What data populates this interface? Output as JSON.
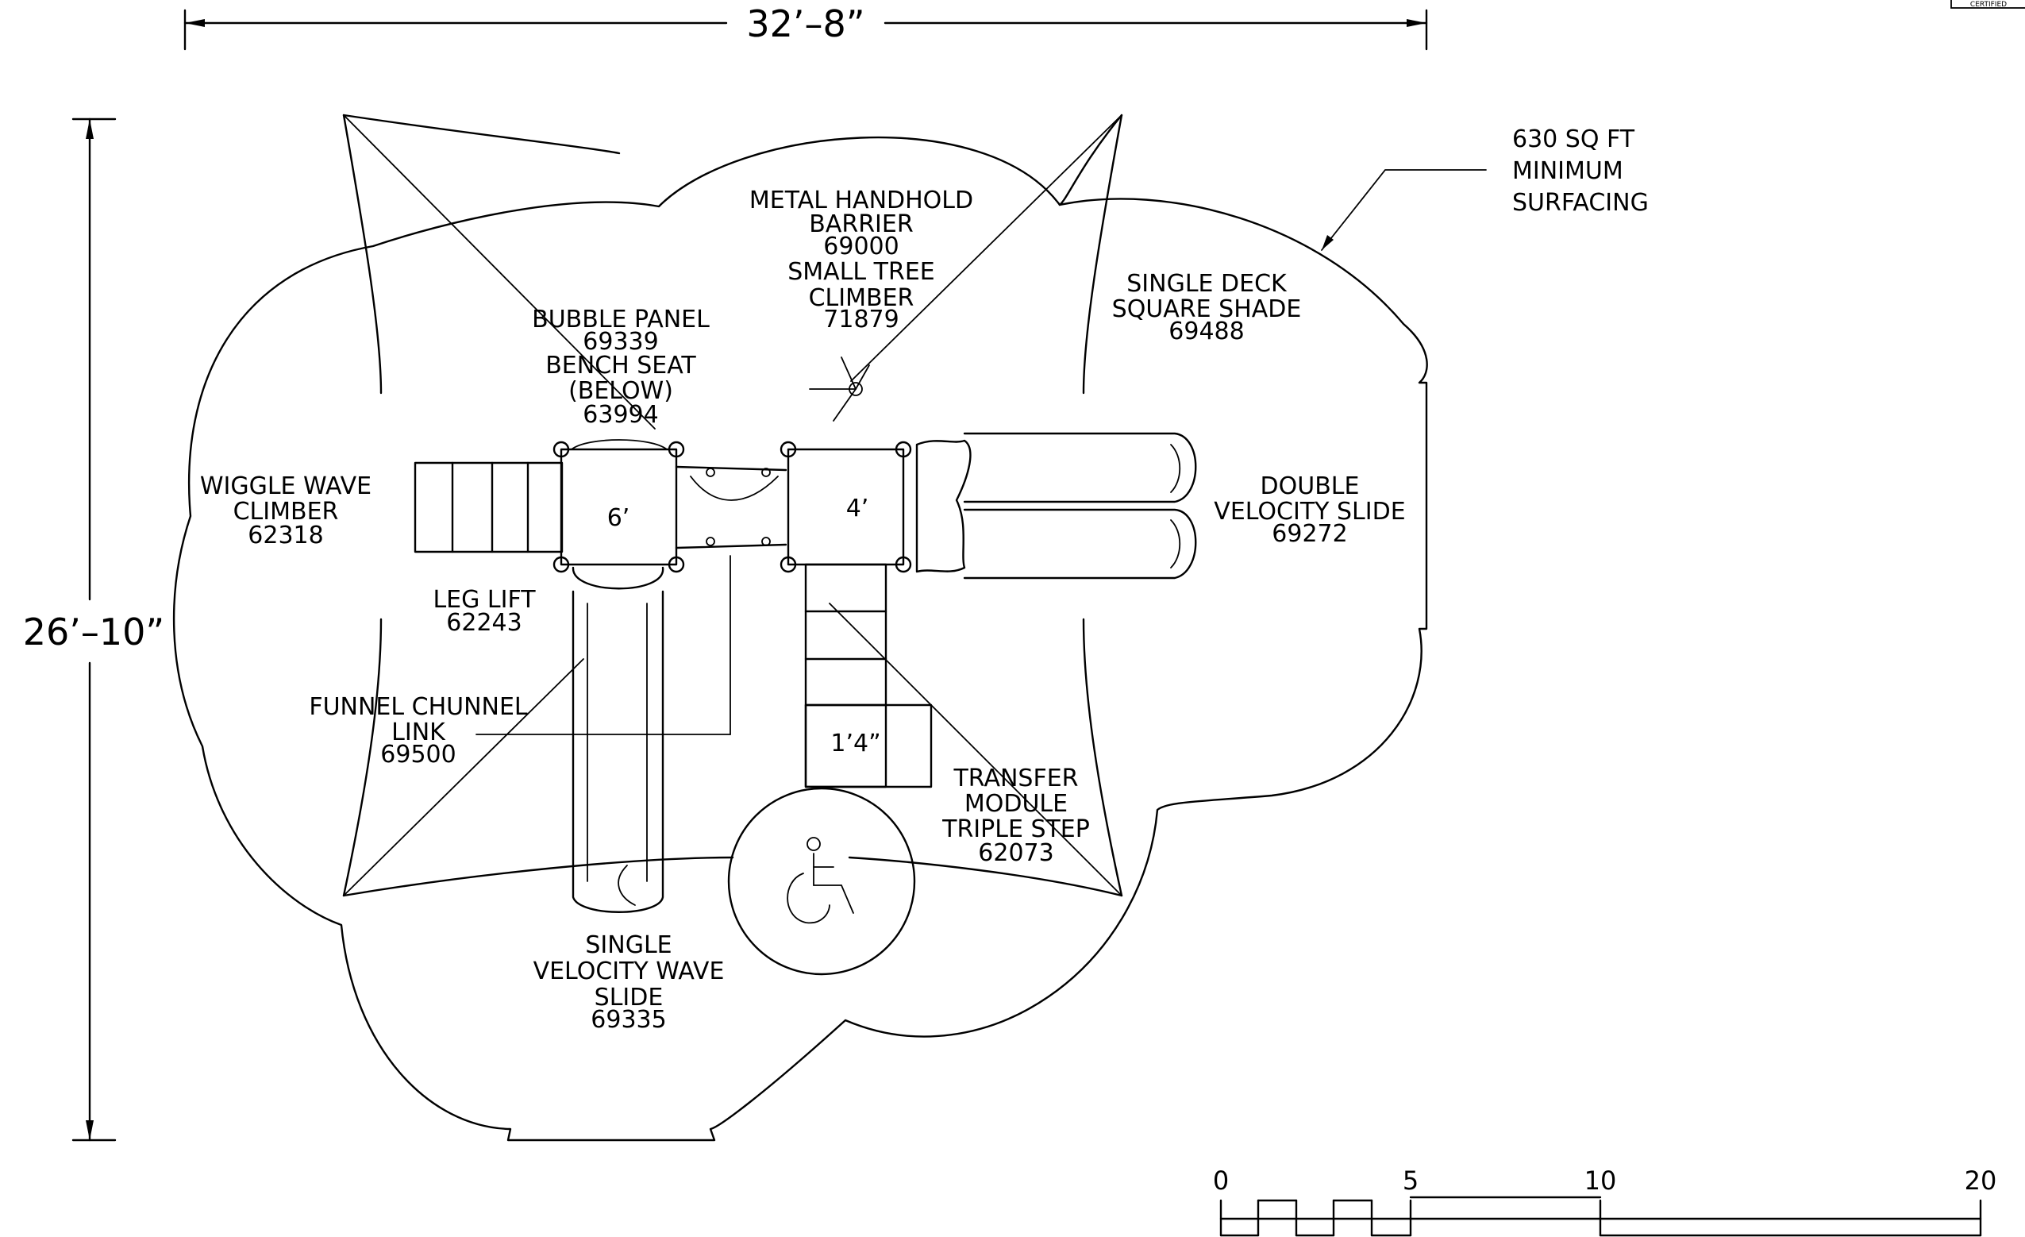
{
  "dimensions": {
    "width": "32’–8”",
    "height": "26’–10”"
  },
  "surfacing": [
    "630 SQ FT",
    "MINIMUM",
    "SURFACING"
  ],
  "labels": {
    "metal_handhold": [
      "METAL HANDHOLD",
      "BARRIER",
      "69000"
    ],
    "small_tree": [
      "SMALL TREE",
      "CLIMBER",
      "71879"
    ],
    "bubble_panel": [
      "BUBBLE PANEL",
      "69339"
    ],
    "bench_seat": [
      "BENCH SEAT",
      "(BELOW)",
      "63994"
    ],
    "single_deck": [
      "SINGLE DECK",
      "SQUARE SHADE",
      "69488"
    ],
    "wiggle_wave": [
      "WIGGLE WAVE",
      "CLIMBER",
      "62318"
    ],
    "double_velocity": [
      "DOUBLE",
      "VELOCITY SLIDE",
      "69272"
    ],
    "leg_lift": [
      "LEG LIFT",
      "62243"
    ],
    "funnel_chunnel": [
      "FUNNEL CHUNNEL",
      "LINK",
      "69500"
    ],
    "transfer_module": [
      "TRANSFER",
      "MODULE",
      "TRIPLE STEP",
      "62073"
    ],
    "single_velocity": [
      "SINGLE",
      "VELOCITY WAVE",
      "SLIDE",
      "69335"
    ]
  },
  "deck_heights": {
    "deck_left": "6’",
    "deck_right": "4’",
    "transfer": "1’4”"
  },
  "scale": [
    "0",
    "5",
    "10",
    "20"
  ],
  "badge": "CERTIFIED",
  "icons": [
    "wheelchair-accessibility-icon"
  ]
}
